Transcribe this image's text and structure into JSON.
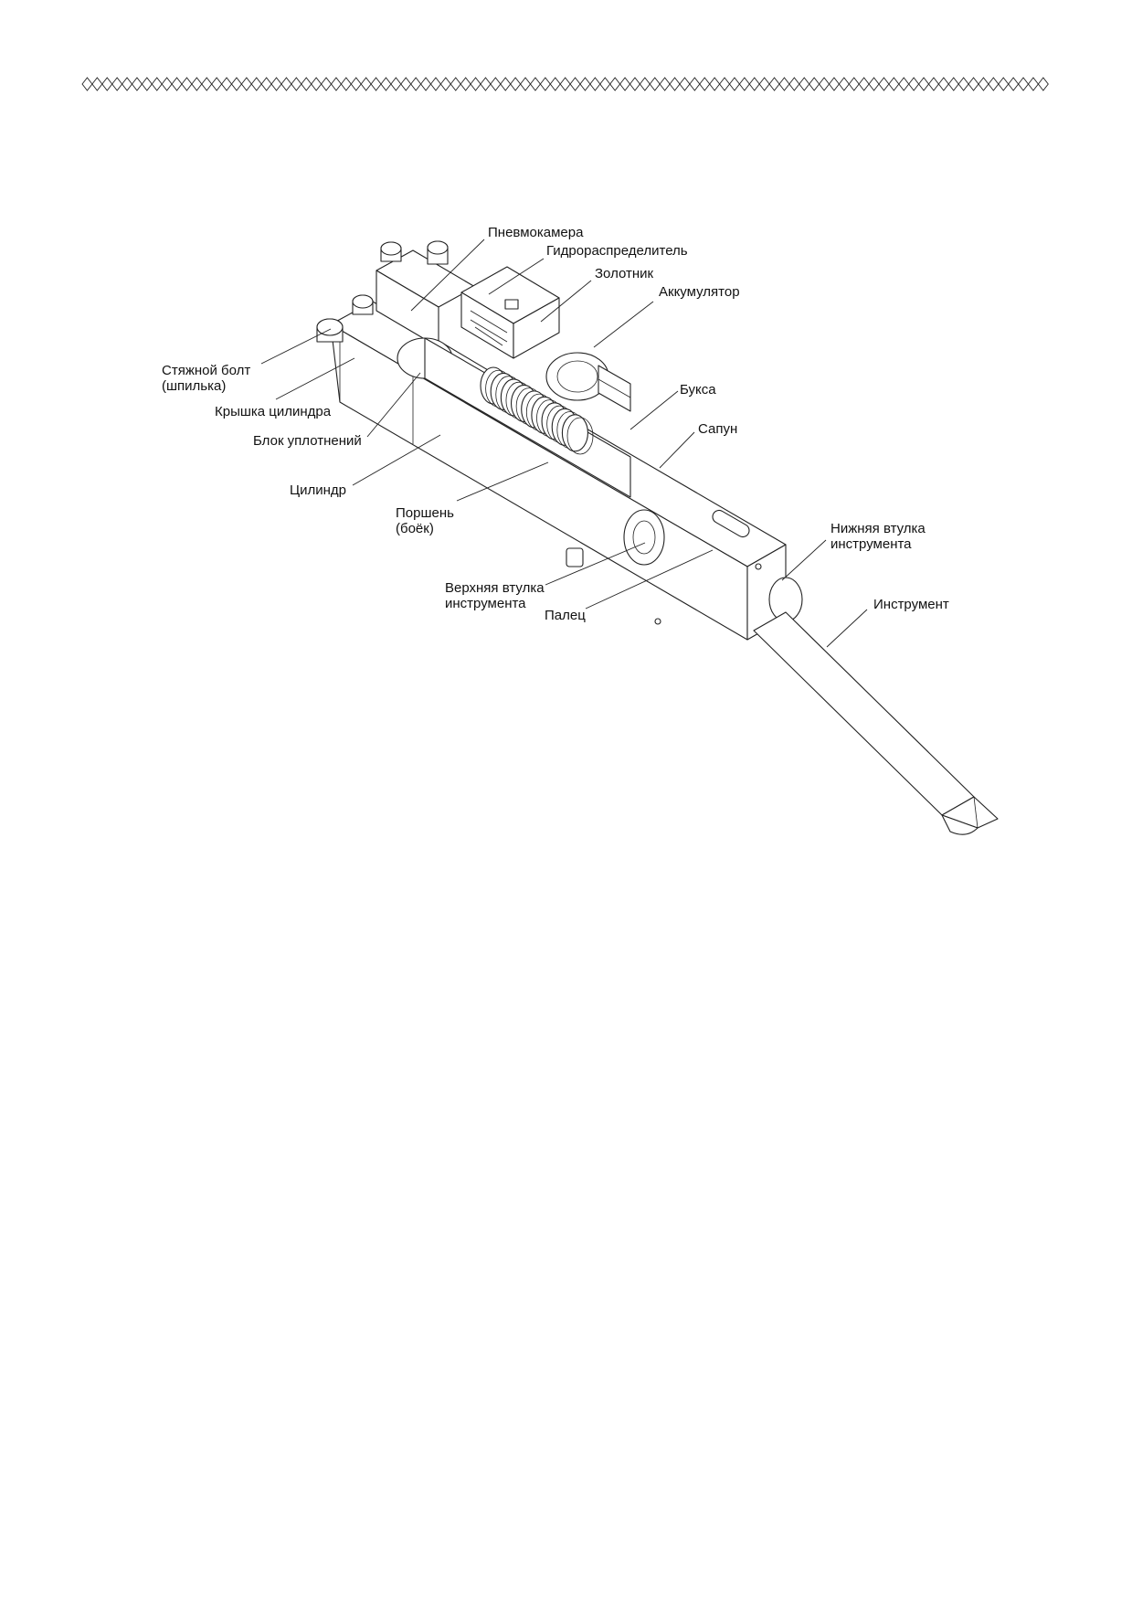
{
  "diagram": {
    "labels": [
      {
        "id": "pneumo-chamber",
        "text": "Пневмокамера"
      },
      {
        "id": "hydro-distributor",
        "text": "Гидрораспределитель"
      },
      {
        "id": "spool",
        "text": "Золотник"
      },
      {
        "id": "accumulator",
        "text": "Аккумулятор"
      },
      {
        "id": "tie-bolt",
        "lines": [
          "Стяжной болт",
          "(шпилька)"
        ]
      },
      {
        "id": "cylinder-cover",
        "text": "Крышка цилиндра"
      },
      {
        "id": "seal-block",
        "text": "Блок уплотнений"
      },
      {
        "id": "bushing-box",
        "text": "Букса"
      },
      {
        "id": "breather",
        "text": "Сапун"
      },
      {
        "id": "cylinder",
        "text": "Цилиндр"
      },
      {
        "id": "piston",
        "lines": [
          "Поршень",
          "(боёк)"
        ]
      },
      {
        "id": "lower-tool-bushing",
        "lines": [
          "Нижняя втулка",
          "инструмента"
        ]
      },
      {
        "id": "upper-tool-bushing",
        "lines": [
          "Верхняя втулка",
          "инструмента"
        ]
      },
      {
        "id": "pin",
        "text": "Палец"
      },
      {
        "id": "tool",
        "text": "Инструмент"
      }
    ]
  }
}
